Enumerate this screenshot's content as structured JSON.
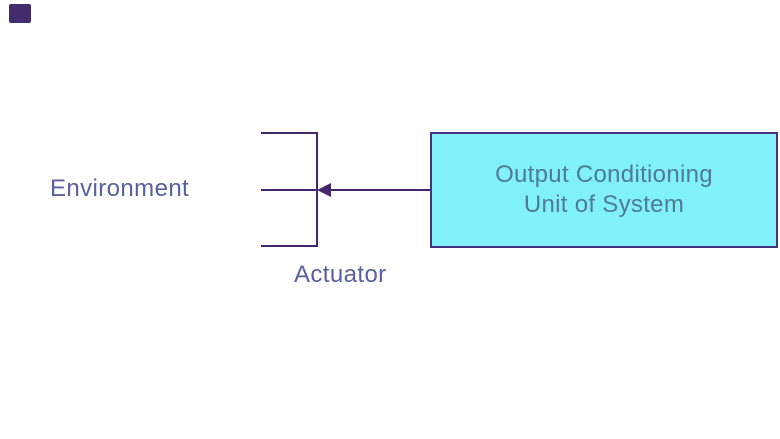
{
  "colors": {
    "background": "#ffffff",
    "line": "#45276f",
    "label-text": "#5a5f9e",
    "box-fill": "#80f1f8",
    "box-border": "#473080",
    "box-text": "#4f7b97",
    "corner-marker": "#432c6d"
  },
  "labels": {
    "environment": "Environment",
    "actuator": "Actuator"
  },
  "box": {
    "line1": "Output Conditioning",
    "line2": "Unit of System"
  }
}
